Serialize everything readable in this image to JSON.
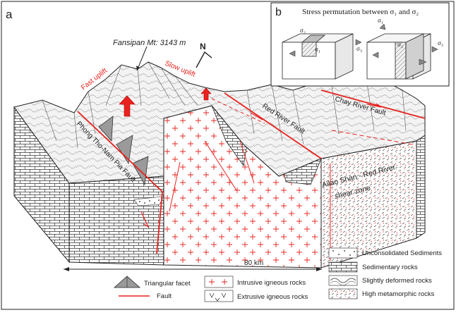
{
  "panel_a": {
    "letter": "a",
    "peak_label": "Fansipan Mt: 3143 m",
    "north": "N",
    "fast_uplift": "Fast uplift",
    "slow_uplift": "Slow uplift",
    "fault_phong_tho": "Phong Tho-Nam Pia Fault",
    "fault_red_river": "Red River Fault",
    "fault_chay_river": "Chay River Fault",
    "shear_zone_line1": "Ailao Shan - Red River",
    "shear_zone_line2": "shear zone",
    "scale_label": "80 km"
  },
  "panel_b": {
    "letter": "b",
    "title": "Stress permutation between σ₁ and σ₂",
    "sigma1": "σ₁",
    "sigma2": "σ₂",
    "sigma3": "σ₃"
  },
  "legend": {
    "triangular_facet": "Triangular facet",
    "fault": "Fault",
    "intrusive": "Intrusive igneous rocks",
    "extrusive": "Extrusive igneous rocks",
    "unconsolidated": "Unconsolidated Sediments",
    "sedimentary": "Sedimentary rocks",
    "slightly_deformed": "Slightly deformed rocks",
    "high_metamorphic": "High metamorphic rocks"
  },
  "colors": {
    "fault_red": "#e8231f",
    "line": "#222222",
    "terrain_fill": "#f2f2f2",
    "facet_gray": "#9a9a9a"
  }
}
